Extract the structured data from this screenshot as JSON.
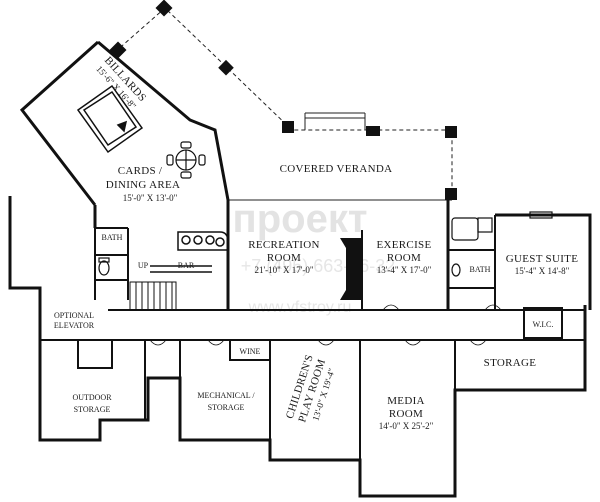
{
  "watermark": {
    "brand": "проект",
    "phone": "+7 (495) 663-66-32",
    "site": "www.vfstroy.ru"
  },
  "rooms": {
    "billiards": {
      "name": "BILLARDS",
      "dim": "15'-6\" X 16'-8\""
    },
    "cards": {
      "name1": "CARDS /",
      "name2": "DINING AREA",
      "dim": "15'-0\" X 13'-0\""
    },
    "veranda": {
      "name": "COVERED VERANDA"
    },
    "recreation": {
      "name1": "RECREATION",
      "name2": "ROOM",
      "dim": "21'-10\" X 17'-0\""
    },
    "exercise": {
      "name1": "EXERCISE",
      "name2": "ROOM",
      "dim": "13'-4\" X 17'-0\""
    },
    "guest": {
      "name": "GUEST SUITE",
      "dim": "15'-4\" X 14'-8\""
    },
    "bath_left": {
      "name": "BATH"
    },
    "bath_right": {
      "name": "BATH"
    },
    "bar": {
      "name": "BAR"
    },
    "up": {
      "name": "UP"
    },
    "elevator": {
      "name1": "OPTIONAL",
      "name2": "ELEVATOR"
    },
    "outdoor": {
      "name1": "OUTDOOR",
      "name2": "STORAGE"
    },
    "wine": {
      "name": "WINE"
    },
    "mechanical": {
      "name1": "MECHANICAL /",
      "name2": "STORAGE"
    },
    "children": {
      "name1": "CHILDREN'S",
      "name2": "PLAY ROOM",
      "dim": "13'-0\" X 19'-4\""
    },
    "media": {
      "name1": "MEDIA",
      "name2": "ROOM",
      "dim": "14'-0\" X 25'-2\""
    },
    "storage": {
      "name": "STORAGE"
    },
    "wic": {
      "name": "W.I.C."
    }
  }
}
